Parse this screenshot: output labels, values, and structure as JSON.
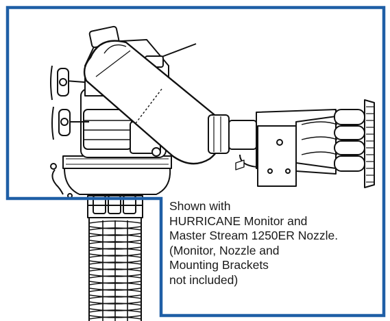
{
  "caption": {
    "lines": [
      "Shown with",
      "HURRICANE Monitor and",
      "Master Stream 1250ER Nozzle.",
      "(Monitor, Nozzle and",
      "Mounting Brackets",
      "not included)"
    ]
  },
  "colors": {
    "frame": "#1f5fa6",
    "line": "#111111",
    "background": "#ffffff"
  }
}
